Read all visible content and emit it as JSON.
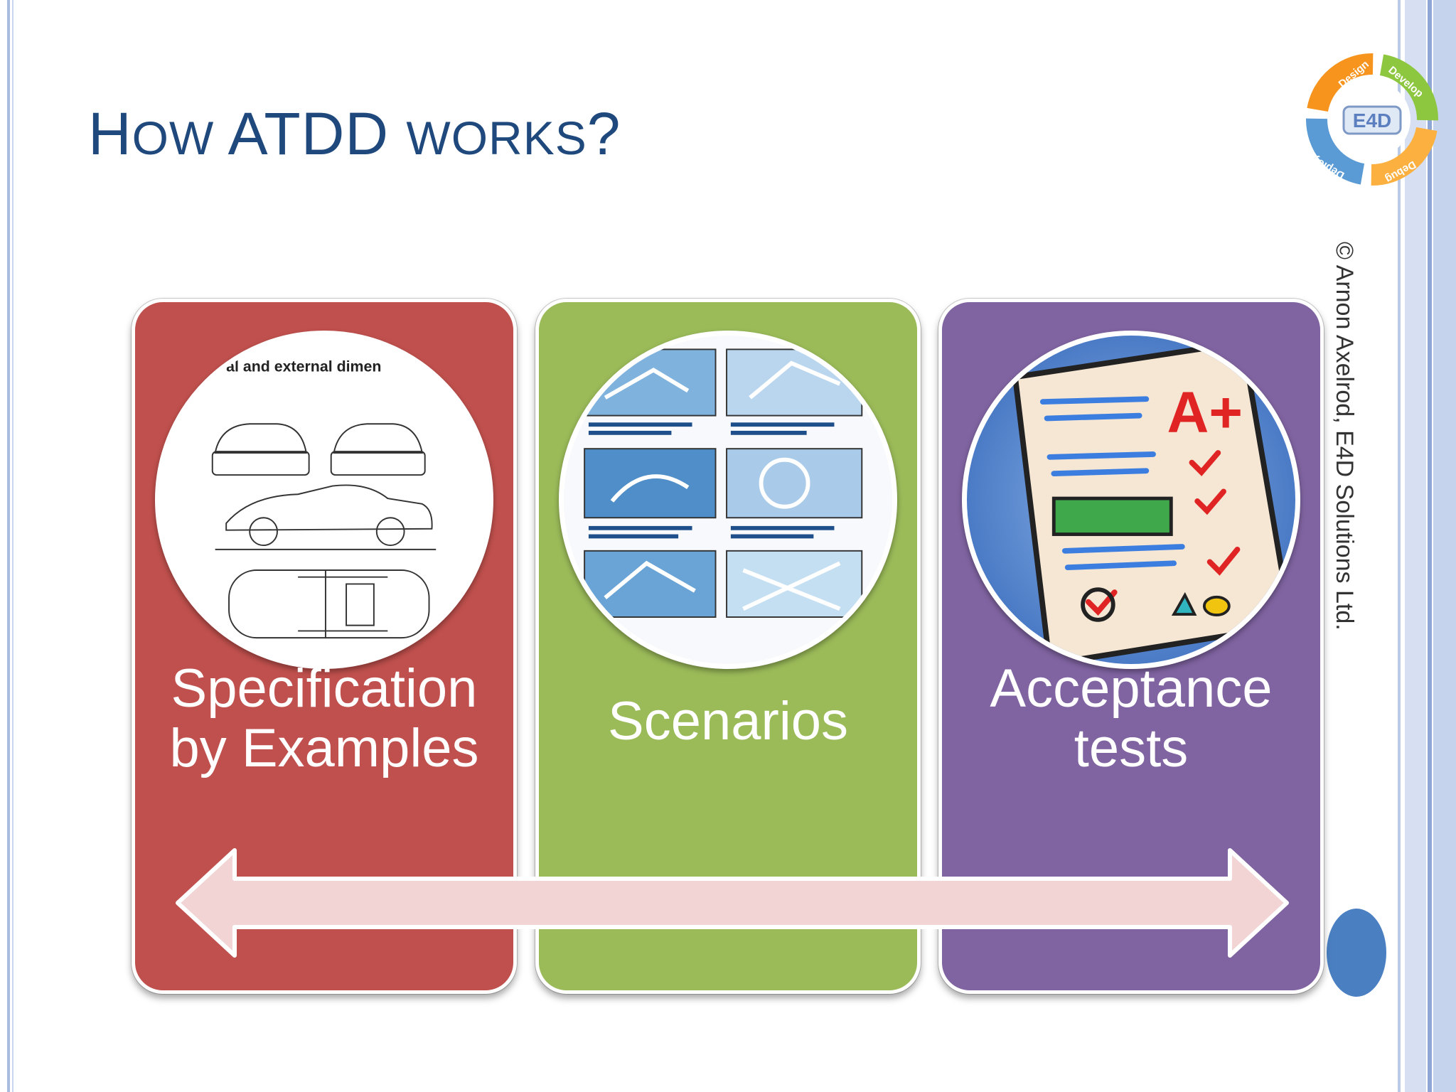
{
  "slide": {
    "title_part1_big": "H",
    "title_part1_small": "OW ",
    "title_part2": "ATDD ",
    "title_part3_small": "WORKS",
    "title_part4": "?",
    "copyright": "© Arnon Axelrod, E4D Solutions Ltd."
  },
  "logo": {
    "center_text": "E4D",
    "segments": [
      "Design",
      "Develop",
      "Debug",
      "Deploy"
    ]
  },
  "panels": [
    {
      "label": "Specification by Examples",
      "line1": "Specification",
      "line2": "by Examples",
      "image": "car-blueprint",
      "image_caption": "al and external dimen"
    },
    {
      "label": "Scenarios",
      "line1": "Scenarios",
      "image": "storyboard"
    },
    {
      "label": "Acceptance tests",
      "line1": "Acceptance",
      "line2": "tests",
      "image": "graded-test-paper",
      "grade": "A+"
    }
  ],
  "colors": {
    "title": "#1f497d",
    "red_panel": "#c0504d",
    "green_panel": "#9bbb59",
    "purple_panel": "#8064a2",
    "arrow_fill": "#f2d4d4"
  }
}
